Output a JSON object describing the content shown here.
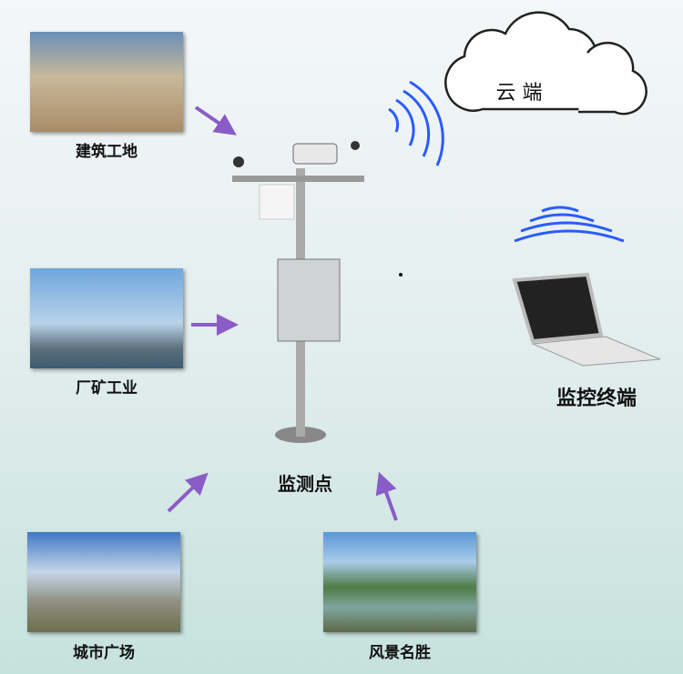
{
  "sources": [
    {
      "label": "建筑工地"
    },
    {
      "label": "厂矿工业"
    },
    {
      "label": "城市广场"
    },
    {
      "label": "风景名胜"
    }
  ],
  "station": {
    "label": "监测点"
  },
  "cloud": {
    "label": "云 端"
  },
  "terminal": {
    "label": "监控终端"
  },
  "colors": {
    "arrow": "#8a5cc8",
    "signal": "#2a5bff"
  }
}
